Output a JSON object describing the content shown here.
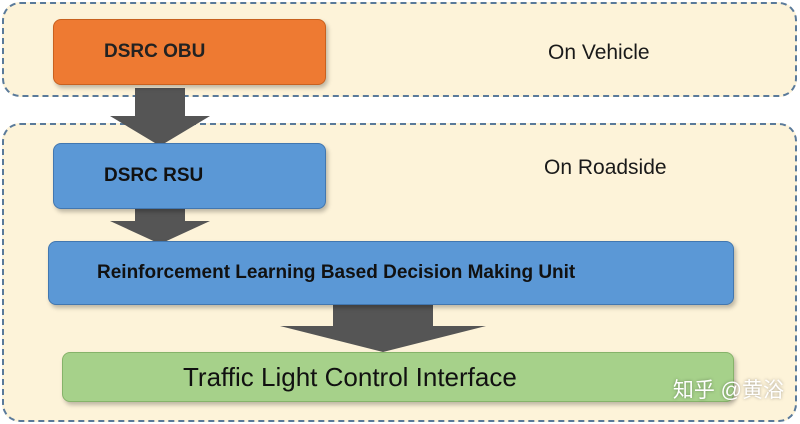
{
  "regions": {
    "vehicle": "On Vehicle",
    "roadside": "On Roadside"
  },
  "boxes": {
    "obu": "DSRC OBU",
    "rsu": "DSRC RSU",
    "rl_unit": "Reinforcement Learning Based Decision Making Unit",
    "traffic_light": "Traffic Light Control Interface"
  },
  "watermark": "知乎 @黄浴",
  "colors": {
    "region_fill": "#fdf3d9",
    "region_border": "#5a7a9a",
    "obu_fill": "#ee7a32",
    "blue_fill": "#5b98d6",
    "green_fill": "#a6d18a",
    "arrow_fill": "#555555"
  }
}
